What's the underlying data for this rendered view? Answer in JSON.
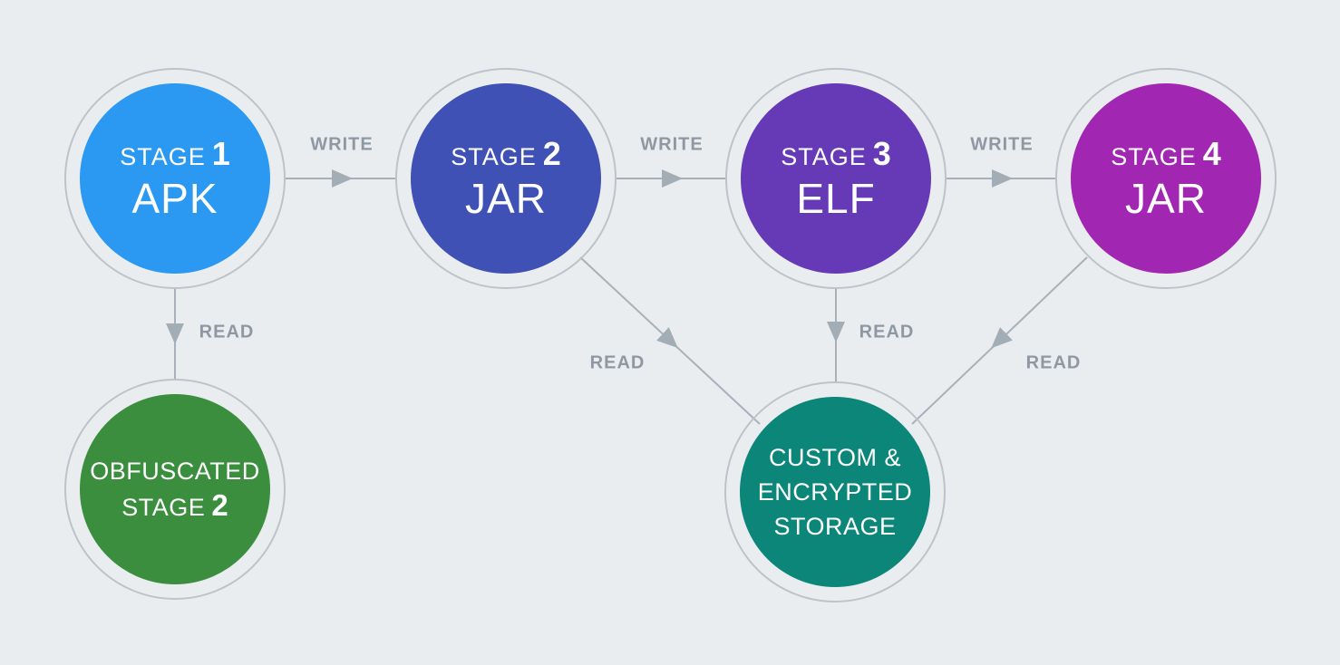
{
  "diagram": {
    "background": "#EAEDF0",
    "wire_color": "#A8B1B9",
    "ring_color": "#BCC3CA",
    "edge_label_color": "#8E98A2",
    "node_text_color": "#FFFFFF"
  },
  "nodes": {
    "stage1": {
      "prefix": "STAGE",
      "number": "1",
      "sublabel": "APK",
      "color": "#2B99F1"
    },
    "stage2": {
      "prefix": "STAGE",
      "number": "2",
      "sublabel": "JAR",
      "color": "#3F51B5"
    },
    "stage3": {
      "prefix": "STAGE",
      "number": "3",
      "sublabel": "ELF",
      "color": "#6639B6"
    },
    "stage4": {
      "prefix": "STAGE",
      "number": "4",
      "sublabel": "JAR",
      "color": "#A127B2"
    },
    "obfuscated_stage2": {
      "line1": "OBFUSCATED",
      "prefix": "STAGE",
      "number": "2",
      "color": "#3A8E3D"
    },
    "storage": {
      "line1": "CUSTOM &",
      "line2": "ENCRYPTED",
      "line3": "STORAGE",
      "color": "#0B8678"
    }
  },
  "edges": {
    "stage1_to_stage2": {
      "label": "WRITE",
      "direction": "stage1 -> stage2"
    },
    "stage2_to_stage3": {
      "label": "WRITE",
      "direction": "stage2 -> stage3"
    },
    "stage3_to_stage4": {
      "label": "WRITE",
      "direction": "stage3 -> stage4"
    },
    "stage1_to_obfuscated": {
      "label": "READ",
      "direction": "stage1 -> obfuscated_stage2"
    },
    "stage2_to_storage": {
      "label": "READ",
      "direction": "stage2 -> storage"
    },
    "stage3_to_storage": {
      "label": "READ",
      "direction": "stage3 -> storage"
    },
    "stage4_to_storage": {
      "label": "READ",
      "direction": "stage4 -> storage"
    }
  }
}
